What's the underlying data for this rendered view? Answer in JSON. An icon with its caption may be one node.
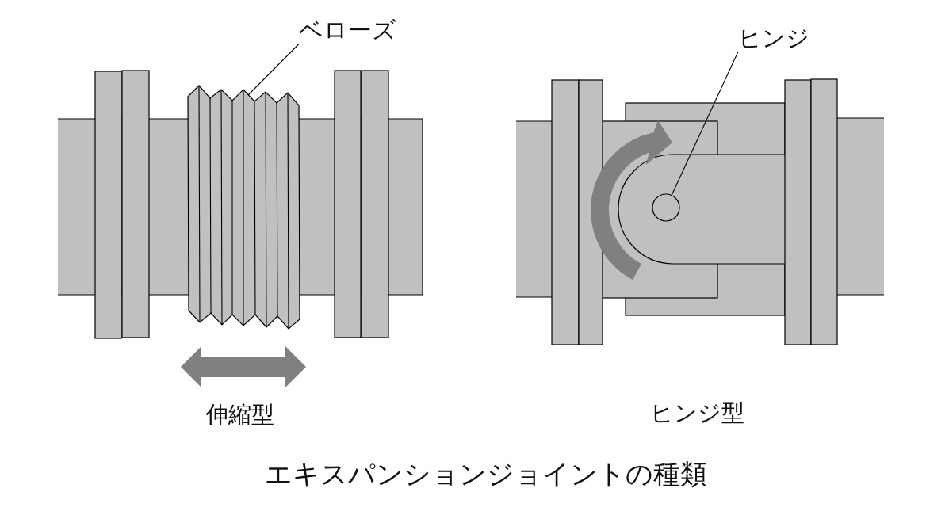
{
  "diagram": {
    "caption": "エキスパンションジョイントの種類",
    "nodes": [
      {
        "text": [
          "ベローズ"
        ]
      },
      {
        "text": [],
        "shape": "picture"
      },
      {
        "text": [
          "ヒンジ"
        ]
      },
      {
        "text": [],
        "shape": "circle"
      }
    ],
    "edges": [
      {
        "from": 0,
        "to": 1,
        "arrow": "none"
      },
      {
        "from": 2,
        "to": 3,
        "arrow": "none"
      }
    ],
    "labels": [
      "伸縮型",
      "ヒンジ型"
    ]
  }
}
